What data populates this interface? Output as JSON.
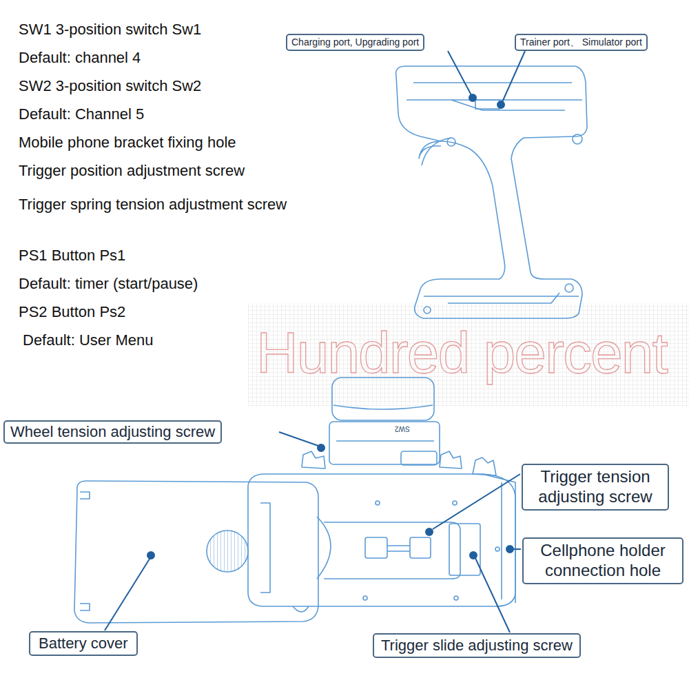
{
  "diagram": {
    "nodes": [
      {
        "text": [
          "Charging port, Upgrading port"
        ]
      },
      {
        "text": [
          "Trainer port、 Simulator port"
        ]
      },
      {
        "text": [
          "Wheel tension adjusting screw"
        ]
      },
      {
        "text": [
          "Trigger tension adjusting screw"
        ]
      },
      {
        "text": [
          "Cellphone holder connection hole"
        ]
      },
      {
        "text": [
          "Battery cover"
        ]
      },
      {
        "text": [
          "Trigger slide adjusting screw"
        ]
      }
    ],
    "labels": [
      "SW1 3-position switch Sw1",
      "Default: channel 4",
      "SW2  3-position switch Sw2",
      "Default: Channel 5",
      "Mobile phone bracket fixing hole",
      "Trigger position adjustment screw",
      "Trigger spring tension adjustment screw",
      "PS1 Button Ps1",
      "Default: timer (start/pause)",
      "PS2 Button Ps2",
      "Default: User Menu",
      "Hundred percent",
      "SW2"
    ]
  }
}
